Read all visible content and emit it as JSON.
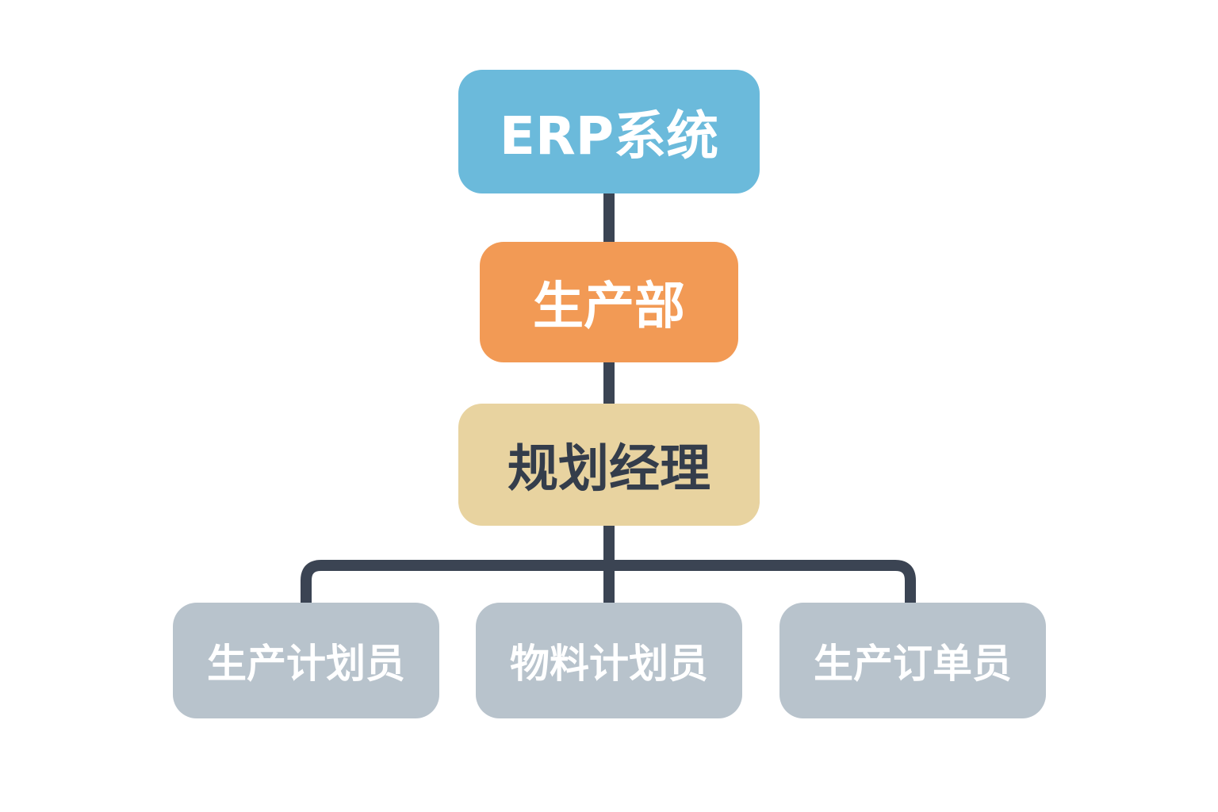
{
  "diagram": {
    "root": {
      "label": "ERP系统",
      "color": "#6bbadb"
    },
    "department": {
      "label": "生产部",
      "color": "#f29a55"
    },
    "manager": {
      "label": "规划经理",
      "color": "#e8d3a0"
    },
    "roles": [
      {
        "label": "生产计划员"
      },
      {
        "label": "物料计划员"
      },
      {
        "label": "生产订单员"
      }
    ],
    "connector_color": "#3b4453",
    "role_color": "#b8c3cc"
  }
}
